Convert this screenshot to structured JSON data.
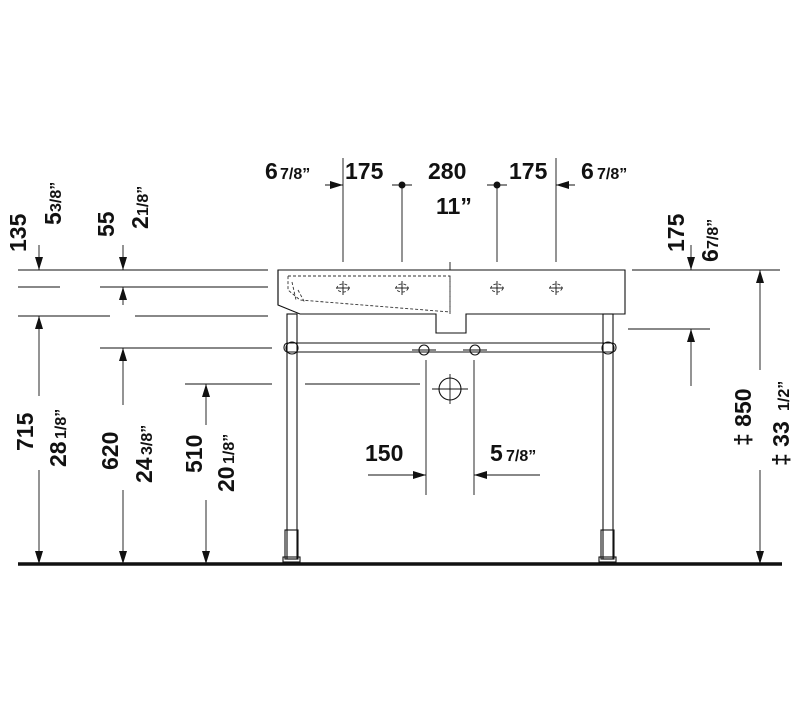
{
  "top_dims": {
    "left_inch_whole": "6",
    "left_inch_frac": "7/8”",
    "left_mm": "175",
    "center_mm": "280",
    "center_inch": "11”",
    "right_mm": "175",
    "right_inch_whole": "6",
    "right_inch_frac": "7/8”"
  },
  "left_dims": {
    "d135_mm": "135",
    "d135_in_whole": "5",
    "d135_in_frac": "3/8”",
    "d55_mm": "55",
    "d55_in_whole": "2",
    "d55_in_frac": "1/8”",
    "d715_mm": "715",
    "d715_in_whole": "28",
    "d715_in_frac": "1/8”",
    "d620_mm": "620",
    "d620_in_whole": "24",
    "d620_in_frac": "3/8”",
    "d510_mm": "510",
    "d510_in_whole": "20",
    "d510_in_frac": "1/8”"
  },
  "right_dims": {
    "d175_mm": "175",
    "d175_in_whole": "6",
    "d175_in_frac": "7/8”",
    "d850_mm": "‡ 850",
    "d850_in_whole": "‡ 33",
    "d850_in_frac": "1/2”"
  },
  "drain_dims": {
    "mm": "150",
    "inch_whole": "5",
    "inch_frac": "7/8”"
  }
}
